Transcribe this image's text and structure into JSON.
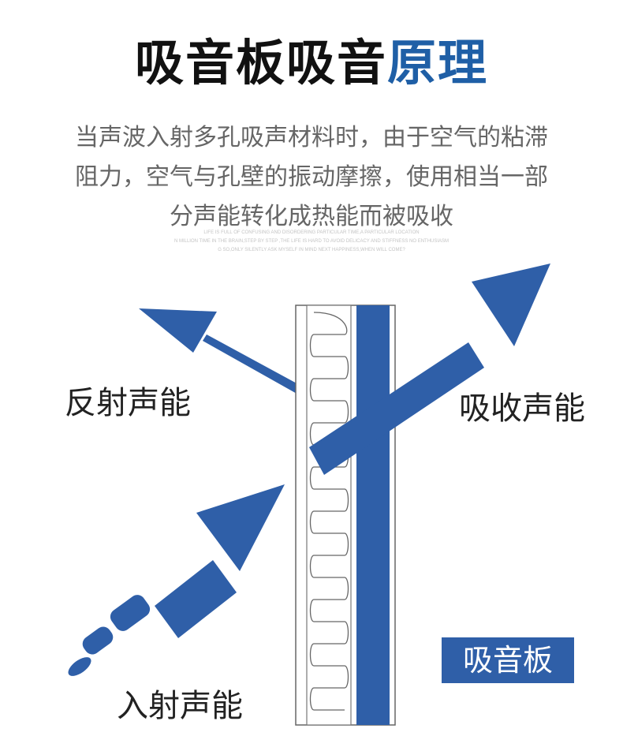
{
  "title": {
    "part1": "吸音板吸音",
    "part2": "原理"
  },
  "description": [
    "当声波入射多孔吸声材料时，由于空气的粘滞",
    "阻力，空气与孔壁的振动摩擦，使用相当一部",
    "分声能转化成热能而被吸收"
  ],
  "fine_print": [
    "LIFE IS FULL OF CONFUSING AND DISORDERING PARTICULAR TIME,A PARTICULAR LOCATION",
    "N MILLION TIME IN THE BRAIN,STEP BY STEP ,THE LIFE IS HARD TO AVOID DELICACY AND STIFFNESS NO ENTHUSIASM",
    "G SO,ONLY SILENTLY ASK MYSELF IN MIND NEXT HAPPINESS,WHEN WILL COME?"
  ],
  "labels": {
    "reflected": "反射声能",
    "absorbed": "吸收声能",
    "incident": "入射声能",
    "panel": "吸音板"
  },
  "colors": {
    "accent": "#2f5fa8",
    "title_accent": "#1f5fa6"
  }
}
